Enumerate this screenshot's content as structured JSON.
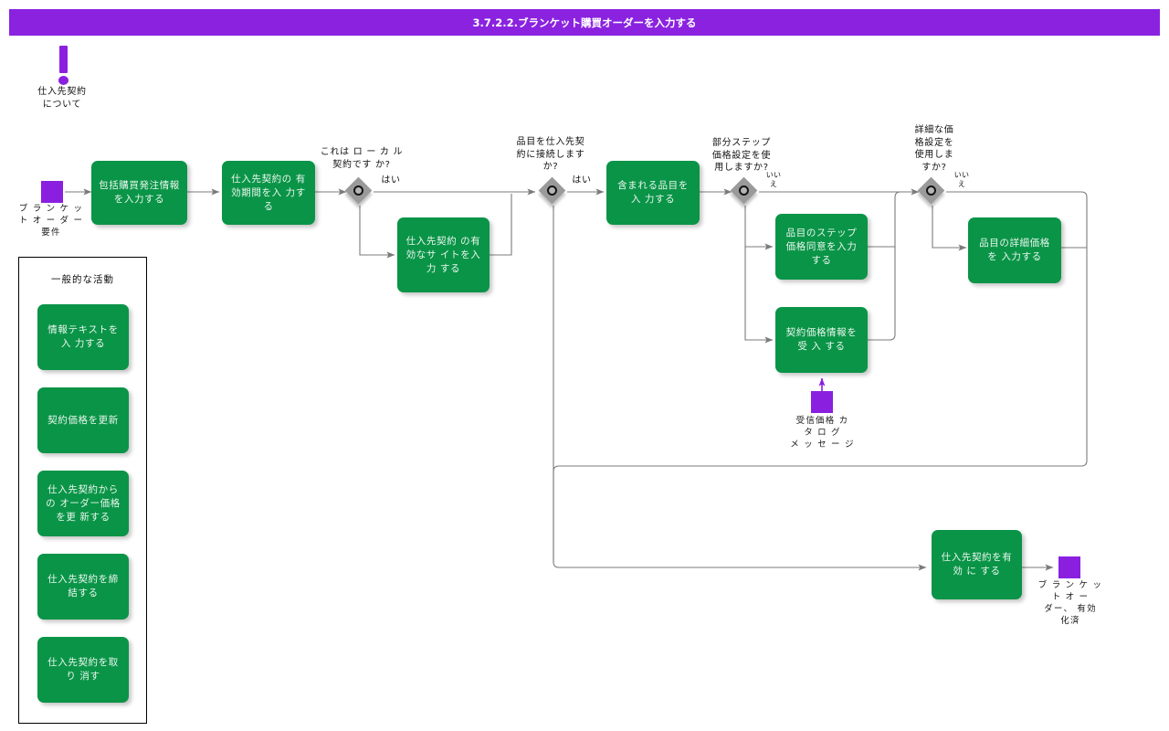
{
  "header": {
    "title": "3.7.2.2.ブランケット購買オーダーを入力する",
    "bg_color": "#8A22E0",
    "text_color": "#ffffff"
  },
  "palette": {
    "activity_green": "#0A9447",
    "event_purple": "#8A1FE0",
    "decision_gray": "#9A9A9A",
    "connector_gray": "#777777",
    "canvas_white": "#FFFFFF"
  },
  "note": {
    "icon": "exclamation-note-icon",
    "label": "仕入先契約\nについて"
  },
  "start_event": {
    "label": "ブ ラ ン ケ ッ\nト オ ー ダ ー\n要件"
  },
  "end_event": {
    "label": "ブ ラ ン ケ ッ\nト オ ー\nダー、 有効\n化済"
  },
  "message_event": {
    "label": "受信価格 カ\nタ ロ グ\nメ ッ セ ー ジ"
  },
  "activities": {
    "a1": "包括購買発注情報\nを入力する",
    "a2": "仕入先契約の\n有効期間を入\n力する",
    "a3": "仕入先契約\nの有効なサ\nイトを入力 する",
    "a4": "含まれる品目を入\n力する",
    "a5": "品目のステップ\n価格同意を入力\nする",
    "a6": "契約価格情報を受\n入 する",
    "a7": "品目の詳細価格を\n入力する",
    "a8": "仕入先契約を有効\nに する"
  },
  "decisions": {
    "d1": {
      "question": "これは ロ ー カ ル\n契約です か?",
      "yes": "はい",
      "no": ""
    },
    "d2": {
      "question": "品目を仕入先契\n約に接続します\nか?",
      "yes": "はい",
      "no": ""
    },
    "d3": {
      "question": "部分ステップ\n価格設定を使\n用しますか?",
      "yes": "",
      "no": "いい\nえ"
    },
    "d4": {
      "question": "詳細な価\n格設定を\n使用しま\nすか?",
      "yes": "",
      "no": "いい\nえ"
    }
  },
  "legend": {
    "title": "一般的な活動",
    "items": [
      "情報テキストを入\n力する",
      "契約価格を更新",
      "仕入先契約からの\nオーダー価格を更\n新する",
      "仕入先契約を締\n結する",
      "仕入先契約を取り\n消す"
    ]
  }
}
